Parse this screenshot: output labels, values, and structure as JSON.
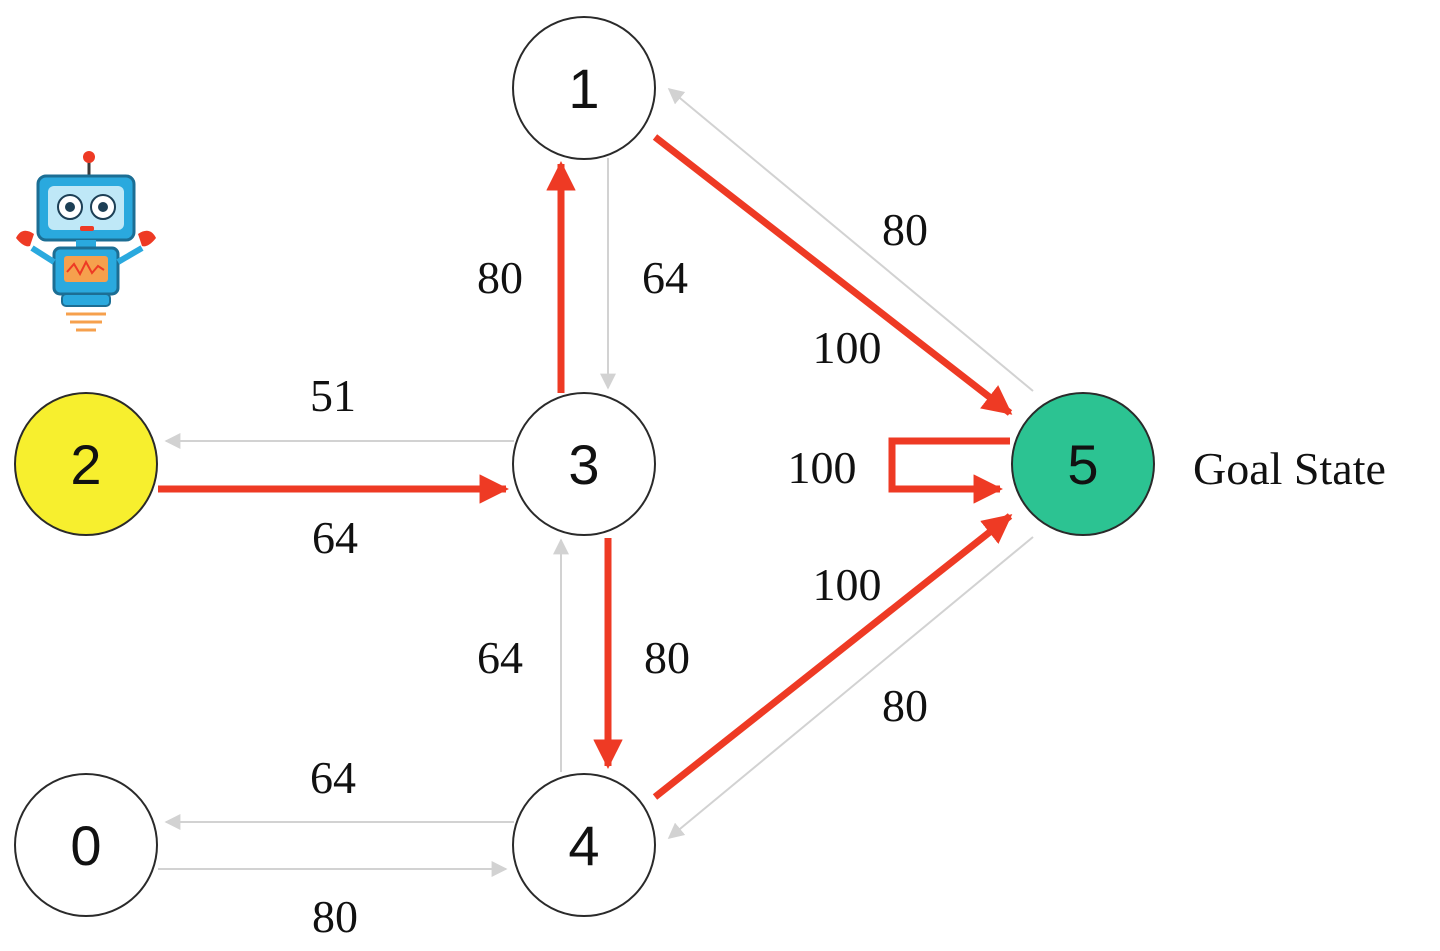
{
  "colors": {
    "hot_edge": "#ee3a24",
    "cold_edge": "#d2d2d2",
    "node_default": "#ffffff",
    "node_start": "#f7ef2e",
    "node_goal": "#2cc392"
  },
  "nodes": [
    {
      "id": "0",
      "label": "0",
      "fill": "#ffffff"
    },
    {
      "id": "1",
      "label": "1",
      "fill": "#ffffff"
    },
    {
      "id": "2",
      "label": "2",
      "fill": "#f7ef2e"
    },
    {
      "id": "3",
      "label": "3",
      "fill": "#ffffff"
    },
    {
      "id": "4",
      "label": "4",
      "fill": "#ffffff"
    },
    {
      "id": "5",
      "label": "5",
      "fill": "#2cc392"
    }
  ],
  "goal_label": "Goal State",
  "agent_icon": "robot-icon",
  "edges": [
    {
      "from": "2",
      "to": "3",
      "weight": "64",
      "highlighted": true
    },
    {
      "from": "3",
      "to": "2",
      "weight": "51",
      "highlighted": false
    },
    {
      "from": "3",
      "to": "1",
      "weight": "80",
      "highlighted": true
    },
    {
      "from": "1",
      "to": "3",
      "weight": "64",
      "highlighted": false
    },
    {
      "from": "3",
      "to": "4",
      "weight": "80",
      "highlighted": true
    },
    {
      "from": "4",
      "to": "3",
      "weight": "64",
      "highlighted": false
    },
    {
      "from": "1",
      "to": "5",
      "weight": "100",
      "highlighted": true
    },
    {
      "from": "5",
      "to": "1",
      "weight": "80",
      "highlighted": false
    },
    {
      "from": "4",
      "to": "5",
      "weight": "100",
      "highlighted": true
    },
    {
      "from": "5",
      "to": "4",
      "weight": "80",
      "highlighted": false
    },
    {
      "from": "4",
      "to": "0",
      "weight": "64",
      "highlighted": false
    },
    {
      "from": "0",
      "to": "4",
      "weight": "80",
      "highlighted": false
    },
    {
      "from": "5",
      "to": "5",
      "weight": "100",
      "highlighted": true
    }
  ]
}
